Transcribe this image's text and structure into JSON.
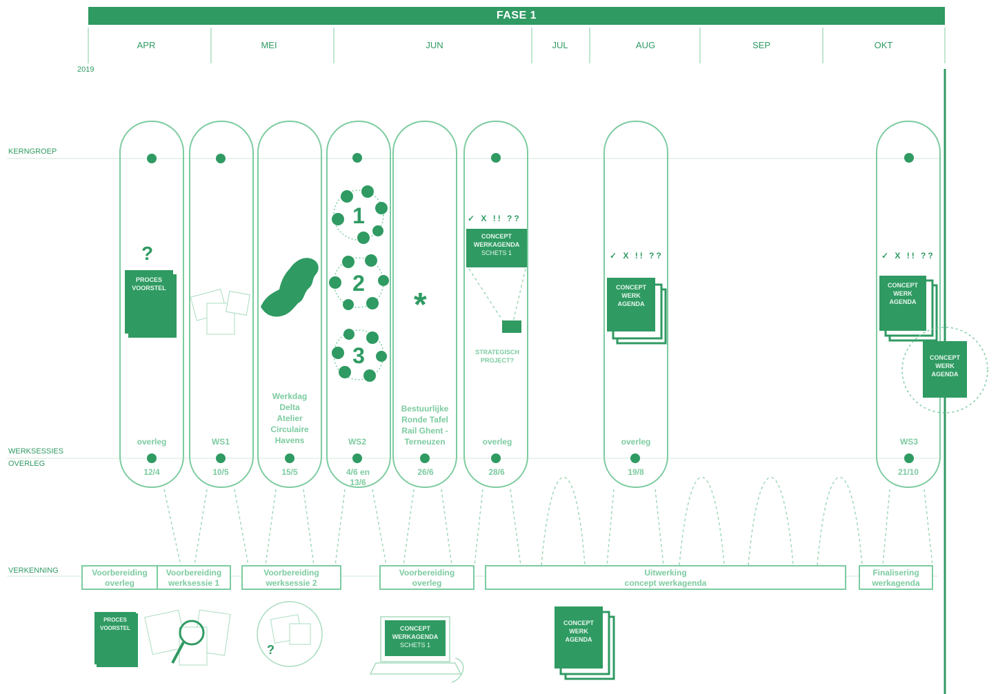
{
  "phase": {
    "title": "FASE 1"
  },
  "year": "2019",
  "months": [
    "APR",
    "MEI",
    "JUN",
    "JUL",
    "AUG",
    "SEP",
    "OKT"
  ],
  "rows": {
    "kerngroep": "KERNGROEP",
    "werksessies": "WERKSESSIES",
    "overleg": "OVERLEG",
    "verkenning": "VERKENNING"
  },
  "sessions": [
    {
      "label": "overleg",
      "date": "12/4"
    },
    {
      "label": "WS1",
      "date": "10/5"
    },
    {
      "label": "Werkdag\nDelta\nAtelier\nCirculaire\nHavens",
      "date": "15/5"
    },
    {
      "label": "WS2",
      "date": "4/6 en\n13/6"
    },
    {
      "label": "Bestuurlijke\nRonde Tafel\nRail Ghent -\nTerneuzen",
      "date": "26/6"
    },
    {
      "label": "overleg",
      "date": "28/6"
    },
    {
      "label": "overleg",
      "date": "19/8"
    },
    {
      "label": "WS3",
      "date": "21/10"
    }
  ],
  "verkenning_boxes": [
    {
      "line1": "Voorbereiding",
      "line2": "overleg"
    },
    {
      "line1": "Voorbereiding",
      "line2": "werksessie 1"
    },
    {
      "line1": "Voorbereiding",
      "line2": "werksessie 2"
    },
    {
      "line1": "Voorbereiding",
      "line2": "overleg"
    },
    {
      "line1": "Uitwerking",
      "line2": "concept werkagenda"
    },
    {
      "line1": "Finalisering",
      "line2": "werkagenda"
    }
  ],
  "icons": {
    "proces_voorstel": {
      "line1": "PROCES",
      "line2": "VOORSTEL"
    },
    "question": "?",
    "ws2_numbers": [
      "1",
      "2",
      "3"
    ],
    "asterisk": "*",
    "concept_sketch": {
      "line1": "CONCEPT",
      "line2": "WERKAGENDA",
      "line3": "SCHETS 1"
    },
    "marks": "✓ X !! ??",
    "strategic": {
      "line1": "STRATEGISCH",
      "line2": "PROJECT?"
    },
    "concept_stack": {
      "line1": "CONCEPT",
      "line2": "WERK",
      "line3": "AGENDA"
    }
  },
  "colors": {
    "primary": "#2f9a62",
    "light": "#7ccba0",
    "line": "#bfe6cf"
  }
}
